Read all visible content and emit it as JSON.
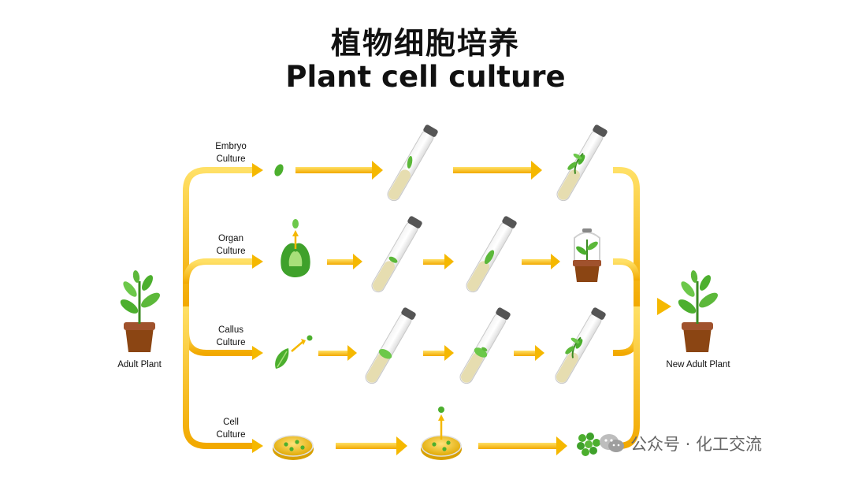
{
  "title_cn": "植物细胞培养",
  "title_en": "Plant cell culture",
  "source_label": "Adult Plant",
  "target_label": "New Adult Plant",
  "routes": [
    {
      "line1": "Embryo",
      "line2": "Culture"
    },
    {
      "line1": "Organ",
      "line2": "Culture"
    },
    {
      "line1": "Callus",
      "line2": "Culture"
    },
    {
      "line1": "Cell",
      "line2": "Culture"
    }
  ],
  "watermark": "公众号 · 化工交流",
  "colors": {
    "arrow": "#F5B800",
    "arrow_light": "#FFD84A",
    "leaf": "#4CAF2E",
    "pot": "#8B4513",
    "medium": "#E8E2B8"
  }
}
